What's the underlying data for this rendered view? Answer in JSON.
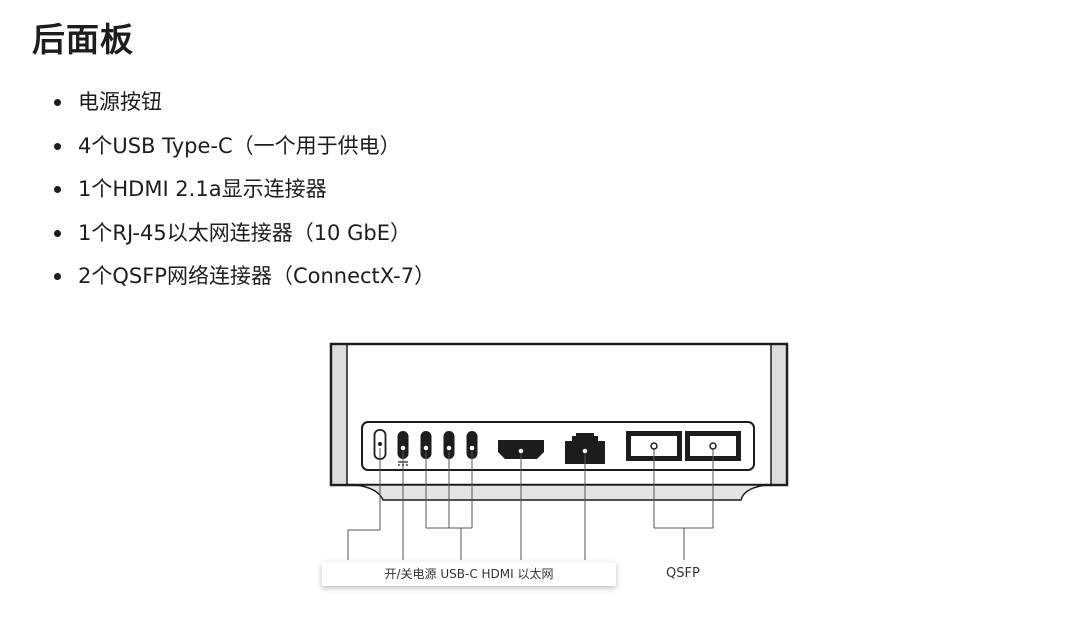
{
  "heading": "后面板",
  "features": [
    "电源按钮",
    "4个USB Type-C（一个用于供电）",
    "1个HDMI 2.1a显示连接器",
    "1个RJ-45以太网连接器（10 GbE）",
    "2个QSFP网络连接器（ConnectX-7）"
  ],
  "diagram": {
    "caption": "开/关电源 USB-C HDMI 以太网",
    "qsfp_label": "QSFP"
  }
}
